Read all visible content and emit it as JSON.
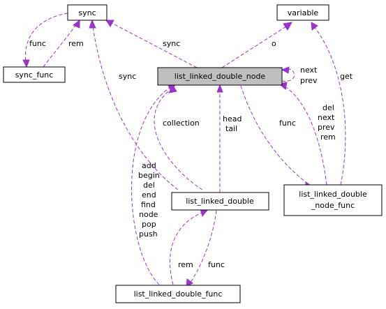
{
  "colors": {
    "edge": "#9a32cd",
    "focus_fill": "#bfbfbf",
    "node_fill": "#ffffff"
  },
  "nodes": {
    "sync": "sync",
    "variable": "variable",
    "sync_func": "sync_func",
    "list_linked_double_node": "list_linked_double_node",
    "list_linked_double": "list_linked_double",
    "list_linked_double_node_func_1": "list_linked_double",
    "list_linked_double_node_func_2": "_node_func",
    "list_linked_double_func": "list_linked_double_func"
  },
  "edge_labels": {
    "sync_to_sync_func": "func",
    "sync_func_to_sync": "rem",
    "node_to_sync": "sync",
    "node_to_variable": "o",
    "self_next": "next",
    "self_prev": "prev",
    "double_to_sync": "sync",
    "double_to_node_collection": "collection",
    "double_to_node_head": "head",
    "double_to_node_tail": "tail",
    "node_to_nodefunc": "func",
    "nodefunc_to_node_del": "del",
    "nodefunc_to_node_next": "next",
    "nodefunc_to_node_prev": "prev",
    "nodefunc_to_node_rem": "rem",
    "nodefunc_to_variable": "get",
    "func_to_node": [
      "add",
      "begin",
      "del",
      "end",
      "find",
      "node",
      "pop",
      "push"
    ],
    "func_to_double": "rem",
    "double_to_func": "func"
  }
}
